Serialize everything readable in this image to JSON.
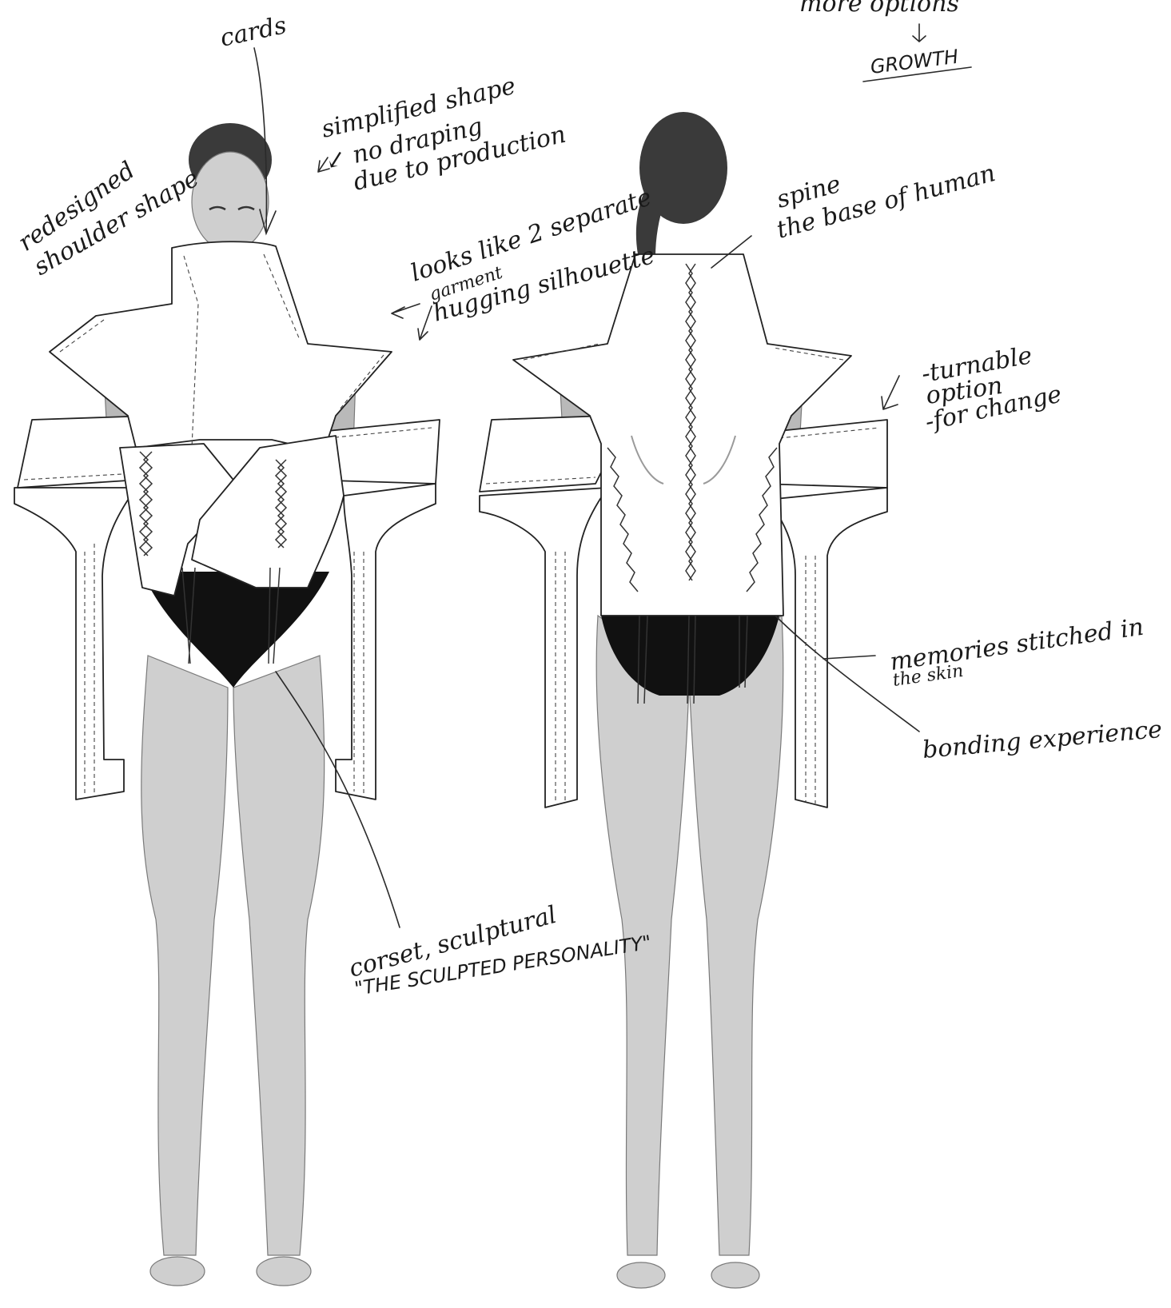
{
  "annotations": {
    "more_options": "more options",
    "arrow_down": "↓",
    "growth": "GROWTH",
    "cards": "cards",
    "simplified_shape_line1": "simplified shape",
    "simplified_shape_line2": "↙ no draping",
    "simplified_shape_line3": "due to production",
    "redesigned_line1": "redesigned",
    "redesigned_line2": "shoulder shape",
    "looks_like_line1": "looks like 2 separate",
    "looks_like_line2": "garment",
    "hugging": "hugging silhouette",
    "spine_line1": "spine",
    "spine_line2": "the base of human",
    "turnable_line1": "-turnable",
    "turnable_line2": "option",
    "turnable_line3": "-for change",
    "memories_line1": "memories stitched in",
    "memories_line2": "the skin",
    "bonding": "bonding experience",
    "corset_line1": "corset, sculptural",
    "corset_line2": "\"THE SCULPTED PERSONALITY\""
  },
  "figures": {
    "front_view": "front",
    "back_view": "back"
  },
  "colors": {
    "ink": "#1a1a1a",
    "garment": "#ffffff",
    "skin": "#cfcfcf",
    "brief": "#111111"
  }
}
